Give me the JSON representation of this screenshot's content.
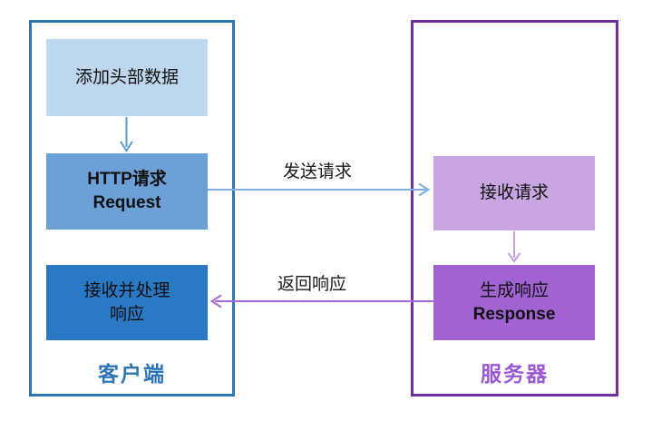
{
  "diagram": {
    "title_hint": "HTTP request-response flow",
    "client": {
      "label": "客户端",
      "boxes": [
        {
          "lines": [
            "添加头部数据"
          ]
        },
        {
          "lines": [
            "HTTP请求",
            "Request"
          ]
        },
        {
          "lines": [
            "接收并处理",
            "响应"
          ]
        }
      ]
    },
    "server": {
      "label": "服务器",
      "boxes": [
        {
          "lines": [
            "接收请求"
          ]
        },
        {
          "lines": [
            "生成响应",
            "Response"
          ]
        }
      ]
    },
    "arrows": {
      "send_label": "发送请求",
      "return_label": "返回响应"
    },
    "colors": {
      "client_border": "#2E75B6",
      "client_box_light": "#BDD7EE",
      "client_box_medium": "#6CA1D8",
      "client_box_dark": "#2A79C5",
      "client_label_text": "#2E75B6",
      "server_border": "#7030A0",
      "server_box_light": "#C9A5E2",
      "server_box_dark": "#A263D2",
      "server_label_text": "#9B58D5",
      "blue_down_arrow": "#5B9BD5",
      "send_arrow": "#7FAEDF",
      "purple_down_arrow": "#C2A0DF",
      "return_arrow": "#A46BD6"
    }
  }
}
